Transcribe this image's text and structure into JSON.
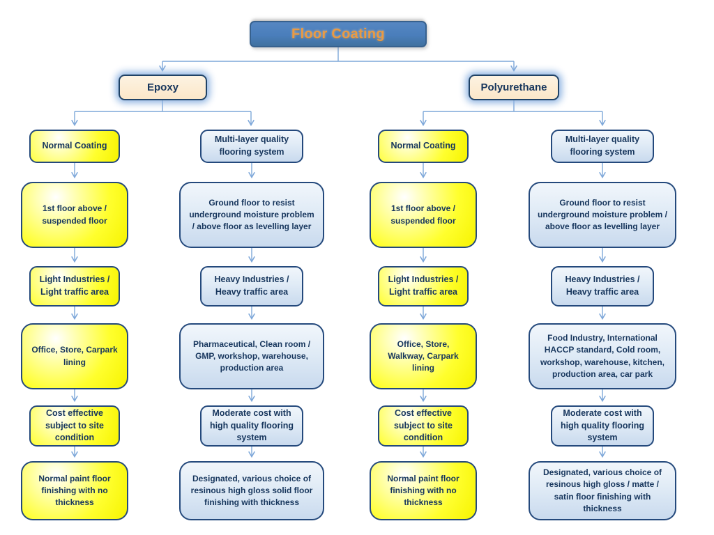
{
  "title": "Floor Coating",
  "branches": [
    {
      "label": "Epoxy"
    },
    {
      "label": "Polyurethane"
    }
  ],
  "columns": [
    {
      "steps": [
        "Normal Coating",
        "1st floor above / suspended floor",
        "Light Industries / Light traffic area",
        "Office, Store, Carpark lining",
        "Cost effective subject to site condition",
        "Normal paint floor finishing with no thickness"
      ]
    },
    {
      "steps": [
        "Multi-layer quality flooring system",
        "Ground floor to resist underground moisture problem / above floor as levelling layer",
        "Heavy Industries / Heavy traffic area",
        "Pharmaceutical, Clean room / GMP, workshop, warehouse, production area",
        "Moderate cost with high quality flooring system",
        "Designated, various choice of resinous high gloss solid floor finishing with thickness"
      ]
    },
    {
      "steps": [
        "Normal Coating",
        "1st floor above / suspended floor",
        "Light Industries / Light traffic area",
        "Office, Store, Walkway, Carpark lining",
        "Cost effective subject to site condition",
        "Normal paint floor finishing with no thickness"
      ]
    },
    {
      "steps": [
        "Multi-layer quality flooring system",
        "Ground floor to resist underground moisture problem / above floor as levelling layer",
        "Heavy Industries / Heavy traffic area",
        "Food Industry, International HACCP standard, Cold room, workshop, warehouse, kitchen, production area, car park",
        "Moderate cost with high quality flooring system",
        "Designated, various choice of resinous high gloss / matte / satin floor finishing with thickness"
      ]
    }
  ],
  "colors": {
    "title_bg": "#4a7ebb",
    "title_text": "#ea9a43",
    "branch_bg": "#fbe9cd",
    "node_border": "#24497c",
    "node_text": "#17365d",
    "yellow_node": "#ffff00",
    "blue_node": "#d9e5f3",
    "connector": "#7da7d9"
  }
}
